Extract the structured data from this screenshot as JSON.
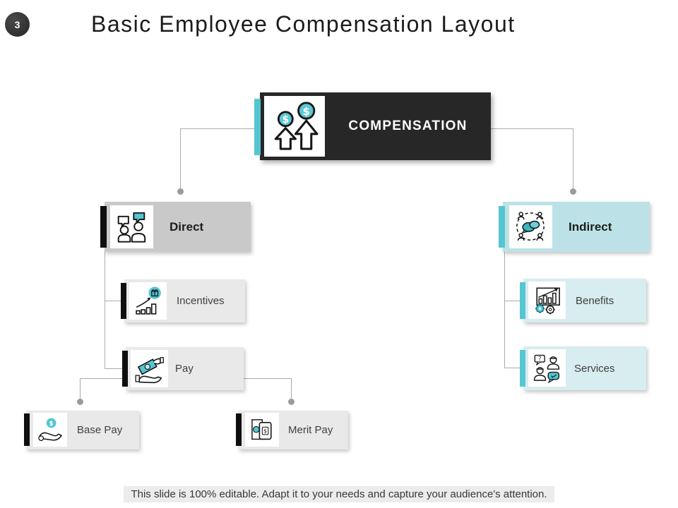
{
  "slide": {
    "badge": "3",
    "title": "Basic Employee Compensation Layout",
    "footer": "This slide is 100% editable.  Adapt it to your needs and capture your audience's attention."
  },
  "nodes": {
    "root": {
      "label": "COMPENSATION",
      "icon": "salary-increase-icon"
    },
    "direct": {
      "label": "Direct",
      "icon": "people-conversation-icon"
    },
    "indirect": {
      "label": "Indirect",
      "icon": "group-discussion-icon"
    },
    "incentives": {
      "label": "Incentives",
      "icon": "growth-chart-gift-icon"
    },
    "pay": {
      "label": "Pay",
      "icon": "hands-money-exchange-icon"
    },
    "base_pay": {
      "label": "Base Pay",
      "icon": "hand-dollar-coin-icon"
    },
    "merit_pay": {
      "label": "Merit Pay",
      "icon": "banknote-device-icon"
    },
    "benefits": {
      "label": "Benefits",
      "icon": "chart-gears-icon"
    },
    "services": {
      "label": "Services",
      "icon": "customer-support-icon"
    }
  },
  "hierarchy": [
    {
      "parent": "COMPENSATION",
      "children": [
        "Direct",
        "Indirect"
      ]
    },
    {
      "parent": "Direct",
      "children": [
        "Incentives",
        "Pay"
      ]
    },
    {
      "parent": "Pay",
      "children": [
        "Base Pay",
        "Merit Pay"
      ]
    },
    {
      "parent": "Indirect",
      "children": [
        "Benefits",
        "Services"
      ]
    }
  ],
  "colors": {
    "accent_teal": "#54c6d2",
    "teal_box": "#bce2e7",
    "teal_box_light": "#d7edf0",
    "dark_box": "#272727",
    "gray_box": "#c9c9c9",
    "gray_box_light": "#e9e9e9",
    "black_bar": "#0f0f0f",
    "connector": "#ababab"
  }
}
